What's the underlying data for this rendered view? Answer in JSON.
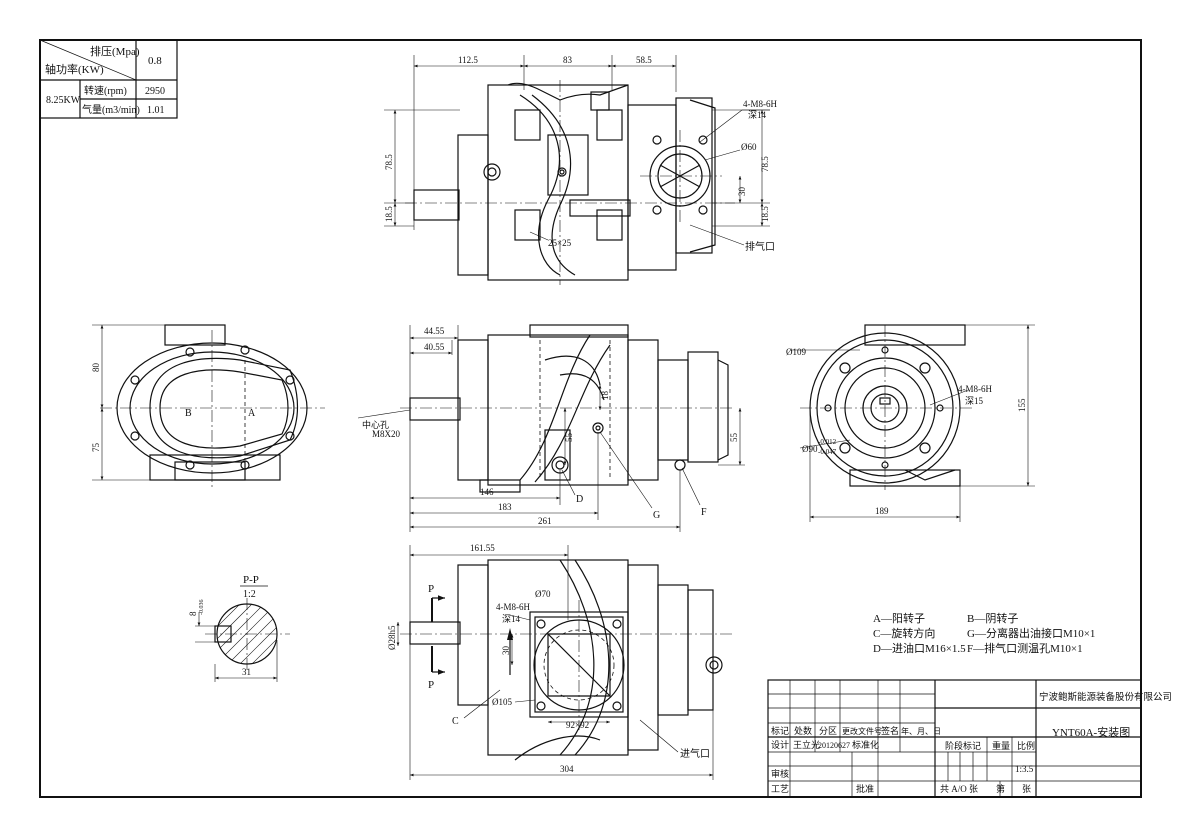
{
  "spec_table": {
    "header_pressure": "排压(Mpa)",
    "header_power": "轴功率(KW)",
    "pressure_value": "0.8",
    "power_value": "8.25KW",
    "speed_label": "转速(rpm)",
    "speed_value": "2950",
    "flow_label": "气量(m3/min)",
    "flow_value": "1.01"
  },
  "top_view": {
    "dim_112_5": "112.5",
    "dim_83": "83",
    "dim_58_5": "58.5",
    "dim_78_5_left": "78.5",
    "dim_18_5_left": "18.5",
    "dim_78_5_right": "78.5",
    "dim_18_5_right": "18.5",
    "dim_30": "30",
    "dim_25x25": "25×25",
    "hole_spec": "4-M8-6H",
    "hole_depth": "深14",
    "dia_60": "Ø60",
    "exhaust_label": "排气口"
  },
  "front_view": {
    "dim_44_55": "44.55",
    "dim_40_55": "40.55",
    "center_hole_1": "中心孔",
    "center_hole_2": "M8X20",
    "dim_18": "18",
    "dim_55_a": "55",
    "dim_55_b": "55",
    "dim_146": "146",
    "dim_183": "183",
    "dim_261": "261",
    "label_D": "D",
    "label_G": "G",
    "label_F": "F"
  },
  "left_view": {
    "dim_80": "80",
    "dim_75": "75",
    "label_B": "B",
    "label_A": "A"
  },
  "right_view": {
    "dia_109": "Ø109",
    "hole_spec": "4-M8-6H",
    "hole_depth": "深15",
    "dia_90": "Ø90",
    "tol_upper": "-0.012",
    "tol_lower": "-0.047",
    "dim_155": "155",
    "dim_189": "189"
  },
  "section_view": {
    "title": "P-P",
    "scale": "1:2",
    "dim_8": "8",
    "tol_8": "-0.036",
    "dim_31": "31"
  },
  "bottom_view": {
    "dim_161_55": "161.55",
    "label_P_top": "P",
    "label_P_bottom": "P",
    "dia_28": "Ø28h5",
    "hole_spec": "4-M8-6H",
    "hole_depth": "深14",
    "dia_70": "Ø70",
    "dim_30": "30",
    "dia_105": "Ø105",
    "dim_92x92": "92×92",
    "label_C": "C",
    "inlet_label": "进气口",
    "dim_304": "304"
  },
  "legend": {
    "a": "A—阳转子",
    "b": "B—阴转子",
    "c": "C—旋转方向",
    "g": "G—分离器出油接口M10×1",
    "d": "D—进油口M16×1.5",
    "f": "F—排气口测温孔M10×1"
  },
  "title_block": {
    "company": "宁波鲍斯能源装备股份有限公司",
    "drawing_title": "YNT60A-安装图",
    "col_mark": "标记",
    "col_count": "处数",
    "col_zone": "分区",
    "col_doc": "更改文件号",
    "col_sign": "签名",
    "col_date": "年、月、日",
    "row_design": "设计",
    "designer": "王立光",
    "design_date": "20120627",
    "row_standard": "标准化",
    "stage_mark": "阶段标记",
    "weight": "重量",
    "scale_label": "比例",
    "scale_value": "1:3.5",
    "row_review": "审核",
    "row_process": "工艺",
    "row_approve": "批准",
    "total_sheets": "共 A/O 张",
    "sheet_no": "第",
    "sheet_unit": "张"
  }
}
